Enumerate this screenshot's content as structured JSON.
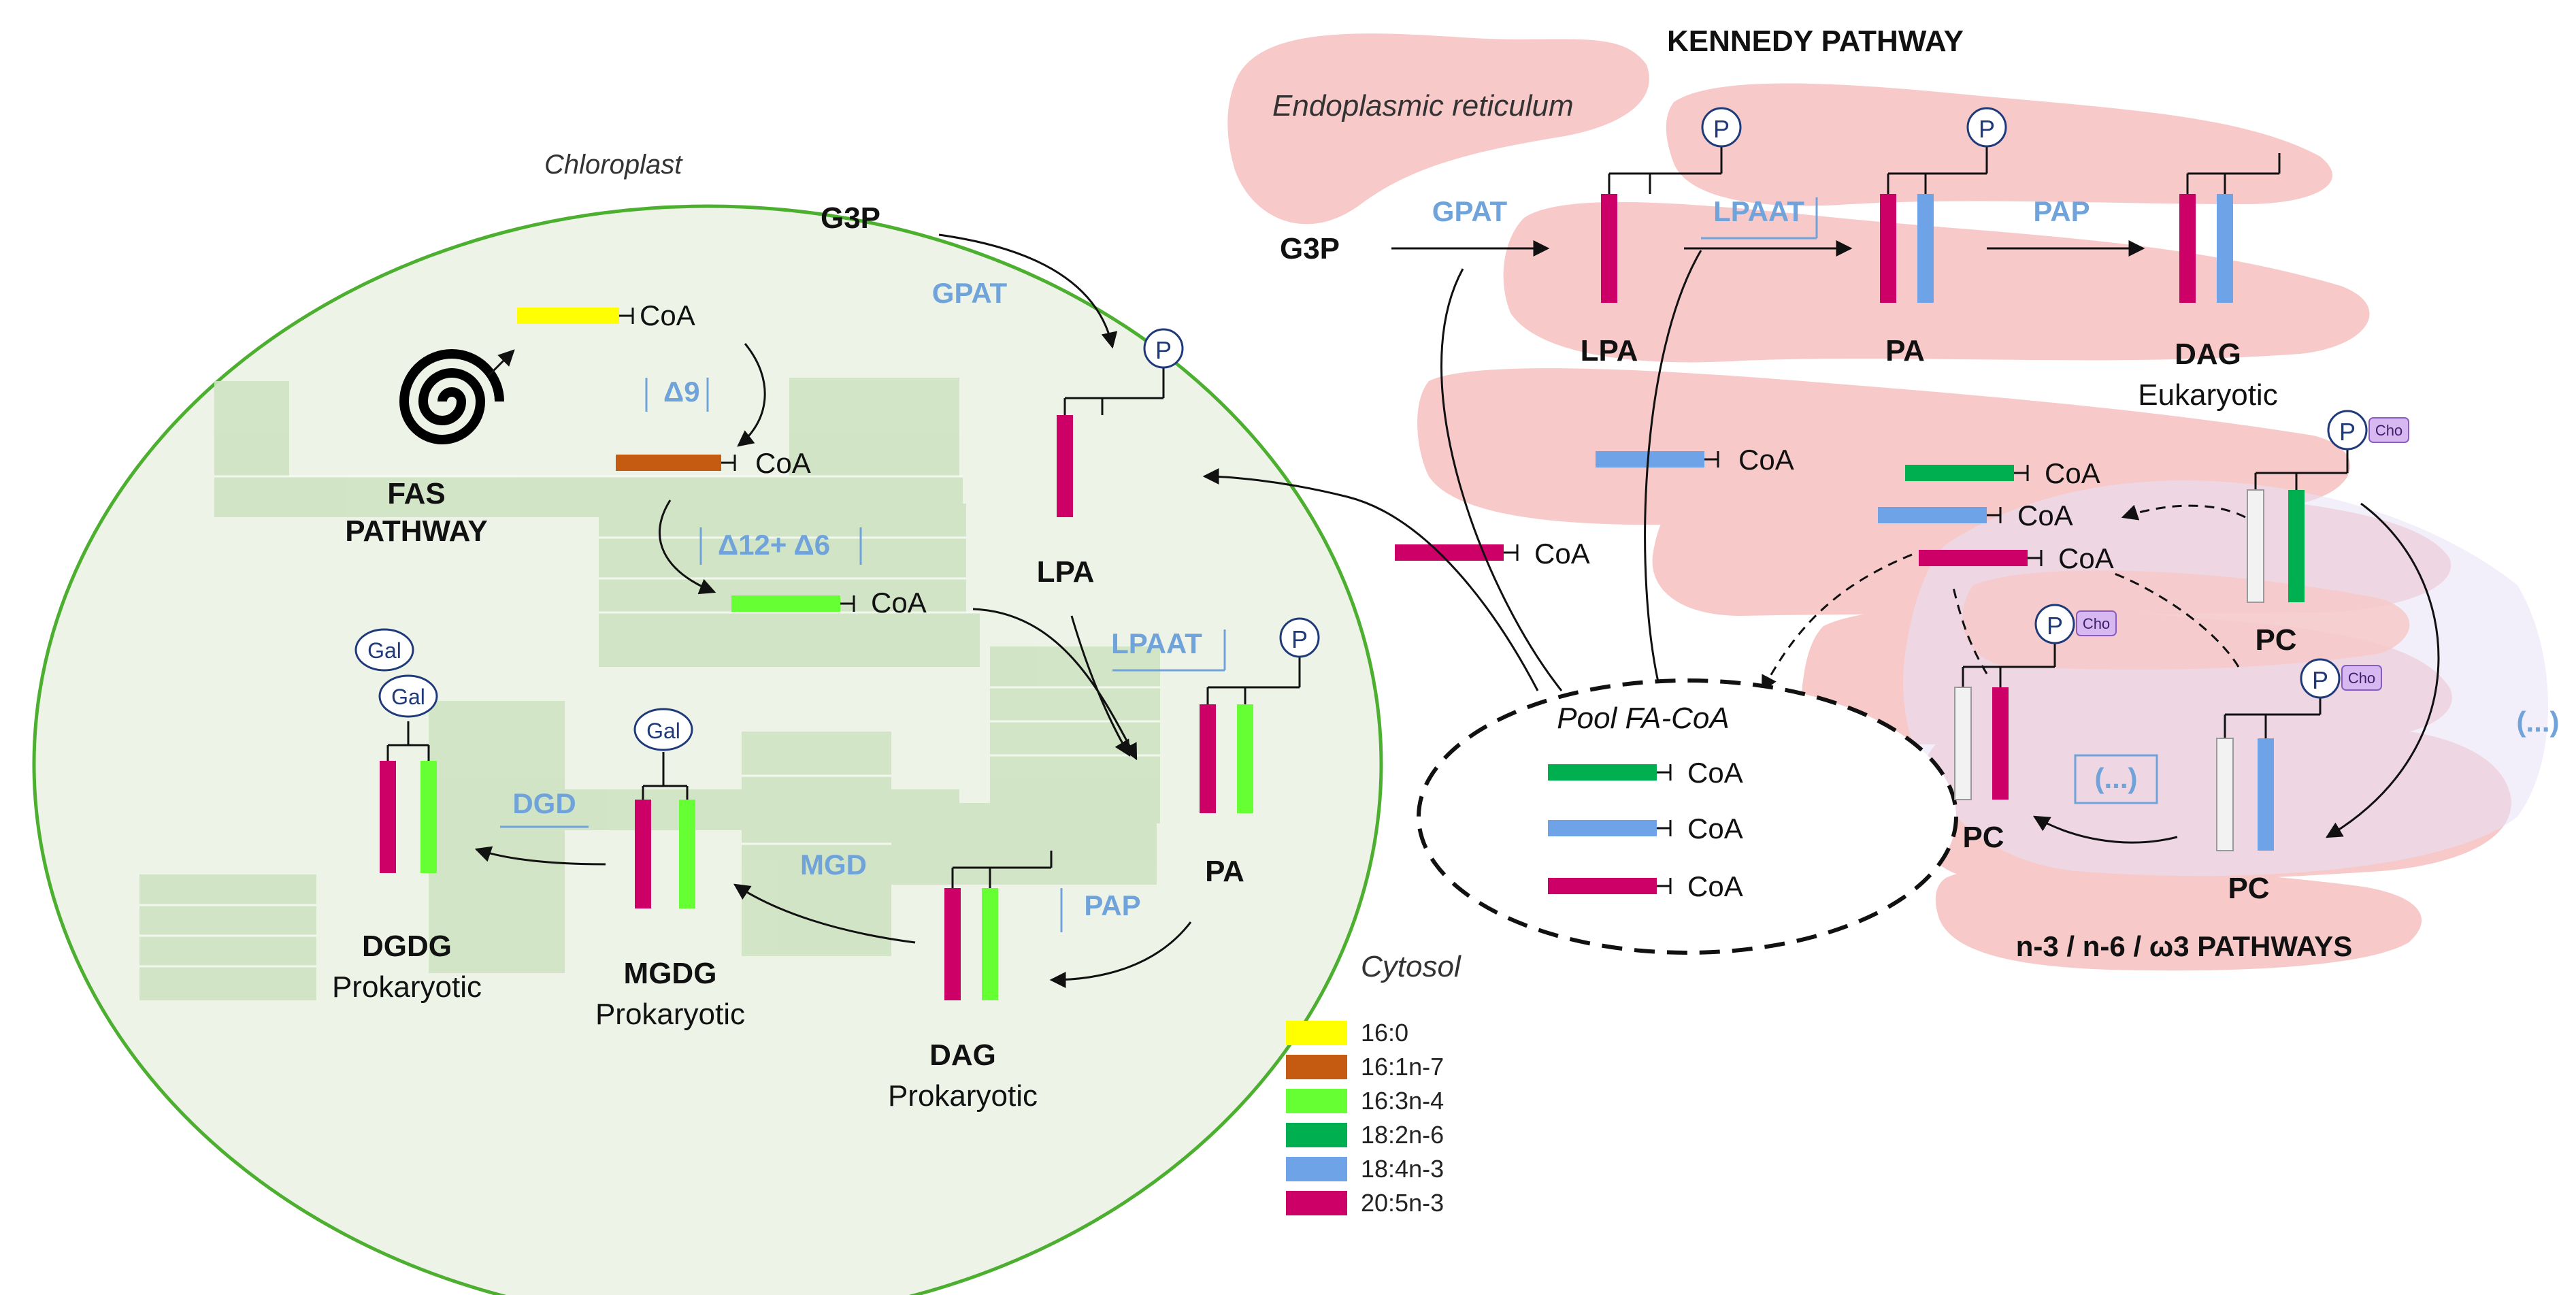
{
  "colors": {
    "c16_0": "#ffff00",
    "c16_1": "#c55a11",
    "c16_3": "#66ff33",
    "c18_2": "#00b050",
    "c18_4": "#6fa3e8",
    "c20_5": "#cc0066",
    "chloroplast_fill": "#eef3e8",
    "chloroplast_stroke": "#4caf2f",
    "thylakoid": "#cfe3c3",
    "er_fill": "#f7c9c9",
    "enzyme_blue": "#6fa3d9",
    "lavender": "#e8e0f5"
  },
  "chloroplast": {
    "title": "Chloroplast",
    "fas": [
      "FAS",
      "PATHWAY"
    ],
    "fas_icon": "spiral-icon",
    "g3p": "G3P",
    "gpat": "GPAT",
    "coa": "CoA",
    "delta9": "Δ9",
    "delta12_6": "Δ12+ Δ6",
    "lpa": "LPA",
    "lpaat": "LPAAT",
    "pa": "PA",
    "pap": "PAP",
    "dag": "DAG",
    "dag_type": "Prokaryotic",
    "mgd": "MGD",
    "mgdg": "MGDG",
    "mgdg_type": "Prokaryotic",
    "dgd": "DGD",
    "dgdg": "DGDG",
    "dgdg_type": "Prokaryotic",
    "gal": "Gal",
    "phosphate": "P"
  },
  "kennedy": {
    "title": "KENNEDY PATHWAY",
    "er": "Endoplasmic reticulum",
    "g3p": "G3P",
    "gpat": "GPAT",
    "lpaat": "LPAAT",
    "pap": "PAP",
    "lpa": "LPA",
    "pa": "PA",
    "dag": "DAG",
    "dag_type": "Eukaryotic",
    "coa": "CoA",
    "phosphate": "P",
    "cho": "Cho",
    "pc": "PC",
    "ellipsis": "(...)",
    "omega_pathways": "n-3 / n-6 / ω3 PATHWAYS"
  },
  "pool": {
    "title": "Pool FA-CoA",
    "coa": "CoA"
  },
  "cytosol": "Cytosol",
  "legend": [
    {
      "label": "16:0",
      "color": "#ffff00"
    },
    {
      "label": "16:1n-7",
      "color": "#c55a11"
    },
    {
      "label": "16:3n-4",
      "color": "#66ff33"
    },
    {
      "label": "18:2n-6",
      "color": "#00b050"
    },
    {
      "label": "18:4n-3",
      "color": "#6fa3e8"
    },
    {
      "label": "20:5n-3",
      "color": "#cc0066"
    }
  ]
}
